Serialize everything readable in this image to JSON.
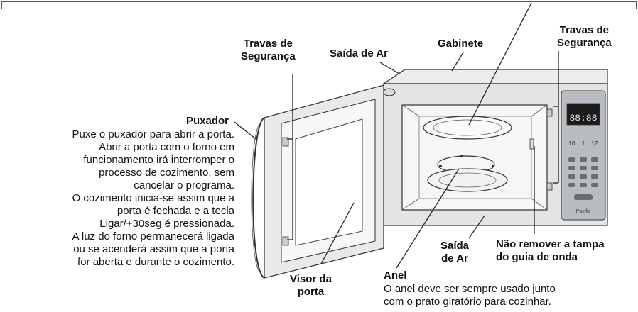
{
  "labels": {
    "travas_left": [
      "Travas de",
      "Segurança"
    ],
    "saida_ar_top": "Saída de Ar",
    "gabinete": "Gabinete",
    "travas_right": [
      "Travas de",
      "Segurança"
    ],
    "puxador_title": "Puxador",
    "puxador_desc": [
      "Puxe o puxador para abrir a porta.",
      "Abrir a porta com o forno em",
      "funcionamento irá interromper o",
      "processo de cozimento, sem",
      "cancelar o programa.",
      "O cozimento inicia-se assim que a",
      "porta é fechada e a tecla",
      "Ligar/+30seg é pressionada.",
      "A luz do forno permanecerá ligada",
      "ou se acenderá assim que a porta",
      "for aberta e durante o cozimento."
    ],
    "visor": [
      "Visor da",
      "porta"
    ],
    "saida_ar_bottom": [
      "Saída",
      "de Ar"
    ],
    "nao_remover": [
      "Não remover a tampa",
      "do guia de onda"
    ],
    "anel_title": "Anel",
    "anel_desc": [
      "O anel deve ser sempre usado junto",
      "com o prato giratório para cozinhar."
    ]
  },
  "panel": {
    "display": "88:88",
    "keys_row1": [
      "10",
      "1",
      "12"
    ],
    "brand": "Pacific"
  }
}
